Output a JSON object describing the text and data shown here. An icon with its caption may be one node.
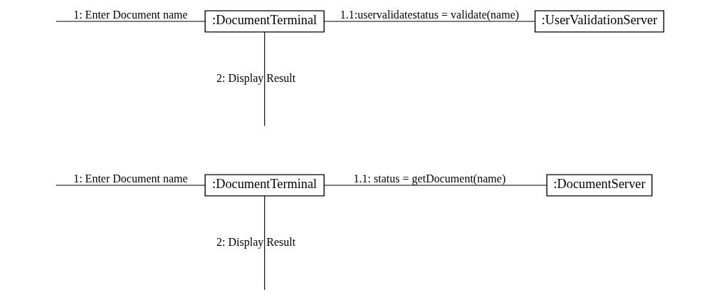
{
  "diagram": {
    "nodes": [
      {
        "text": [
          ":DocumentTerminal"
        ]
      },
      {
        "text": [
          ":DocumentServer"
        ]
      },
      {
        "text": [
          ":DocumentTerminal"
        ]
      },
      {
        "text": [
          ":UserValidationServer"
        ]
      }
    ],
    "edges": [
      {
        "from": null,
        "to": 0,
        "arrow": "none",
        "label": "1: Enter Document name"
      },
      {
        "from": 0,
        "to": 1,
        "arrow": "none",
        "label": "1.1: status = getDocument(name)"
      },
      {
        "from": 0,
        "to": null,
        "arrow": "none",
        "label": "2: Display Result"
      },
      {
        "from": null,
        "to": 2,
        "arrow": "none",
        "label": "1: Enter Document name"
      },
      {
        "from": 2,
        "to": 3,
        "arrow": "none",
        "label": "1.1:uservalidatestatus = validate(name)"
      },
      {
        "from": 2,
        "to": null,
        "arrow": "none",
        "label": "2: Display Result"
      }
    ]
  }
}
